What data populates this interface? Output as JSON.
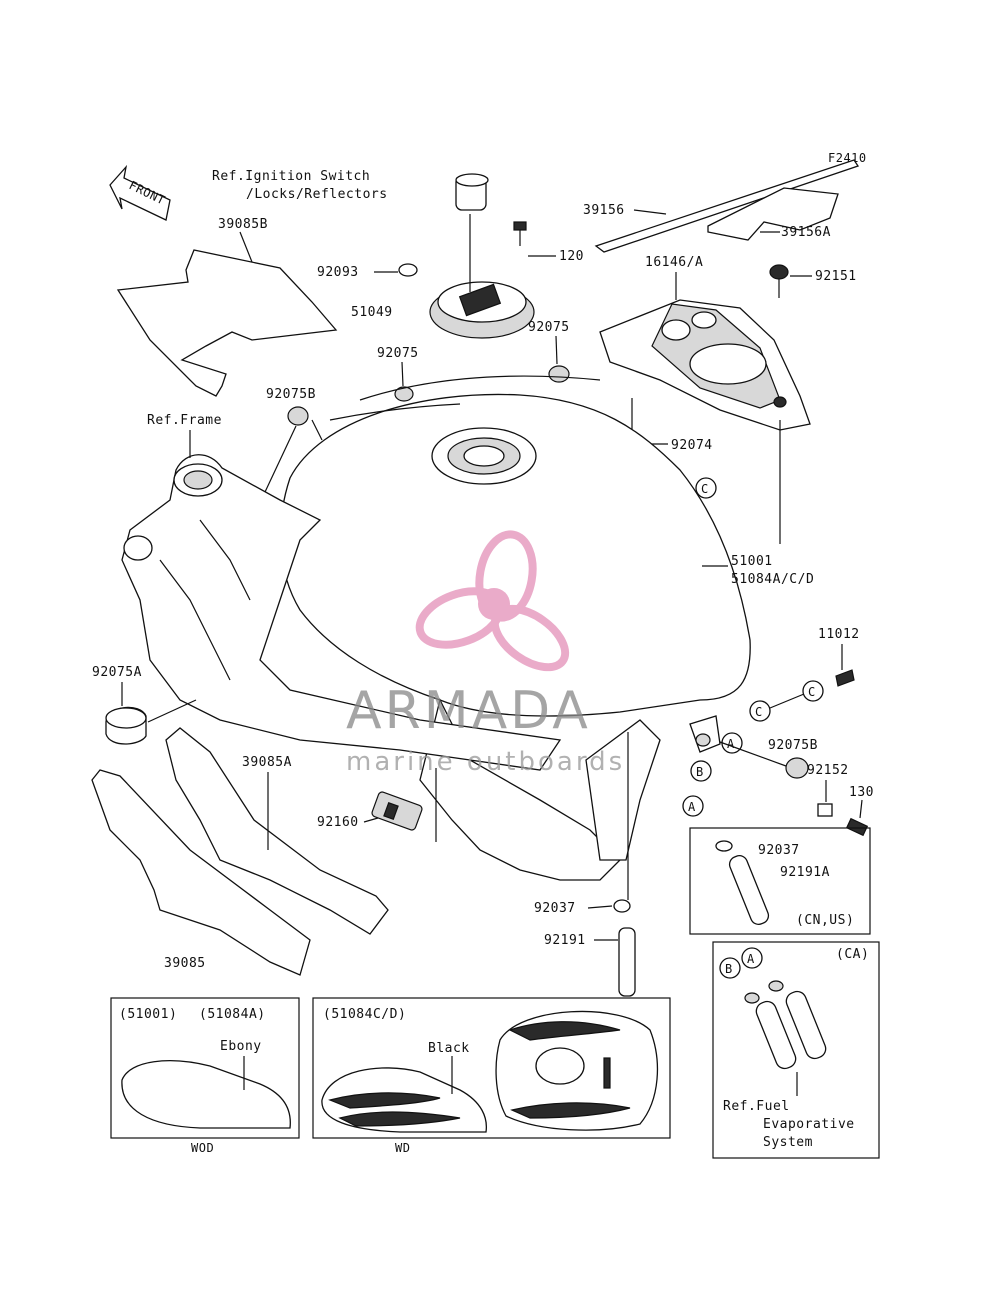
{
  "diagram": {
    "code": "F2410",
    "front_label": "FRONT",
    "notes": {
      "ignition": [
        "Ref.Ignition Switch",
        "/Locks/Reflectors"
      ],
      "frame": "Ref.Frame",
      "evaporative": [
        "Ref.Fuel",
        "Evaporative",
        "System"
      ]
    },
    "parts": {
      "p39085B": "39085B",
      "p39156": "39156",
      "p39156A": "39156A",
      "p120": "120",
      "p92093": "92093",
      "p51049": "51049",
      "p16146A": "16146/A",
      "p92151": "92151",
      "p92075a": "92075",
      "p92075b": "92075",
      "p92075B": "92075B",
      "p92074": "92074",
      "p51001": "51001",
      "p51084": "51084A/C/D",
      "p11012": "11012",
      "p92075A": "92075A",
      "p92075B2": "92075B",
      "p92152": "92152",
      "p130": "130",
      "p39085A": "39085A",
      "p92160": "92160",
      "p92037a": "92037",
      "p92191A": "92191A",
      "p92037b": "92037",
      "p92191": "92191",
      "p39085": "39085"
    },
    "callouts": {
      "c1": "C",
      "c2": "C",
      "c3": "C",
      "a1": "A",
      "b1": "B",
      "a2": "A",
      "a3": "A",
      "b2": "B"
    },
    "region_us": "(CN,US)",
    "region_ca": "(CA)",
    "variants": {
      "left": {
        "code1": "(51001)",
        "code2": "(51084A)",
        "color": "Ebony",
        "caption": "WOD"
      },
      "right": {
        "code": "(51084C/D)",
        "color": "Black",
        "caption": "WD"
      }
    }
  },
  "watermark": {
    "brand": "ARMADA",
    "tagline": "marine outboards",
    "color": "#e8a3c4"
  }
}
